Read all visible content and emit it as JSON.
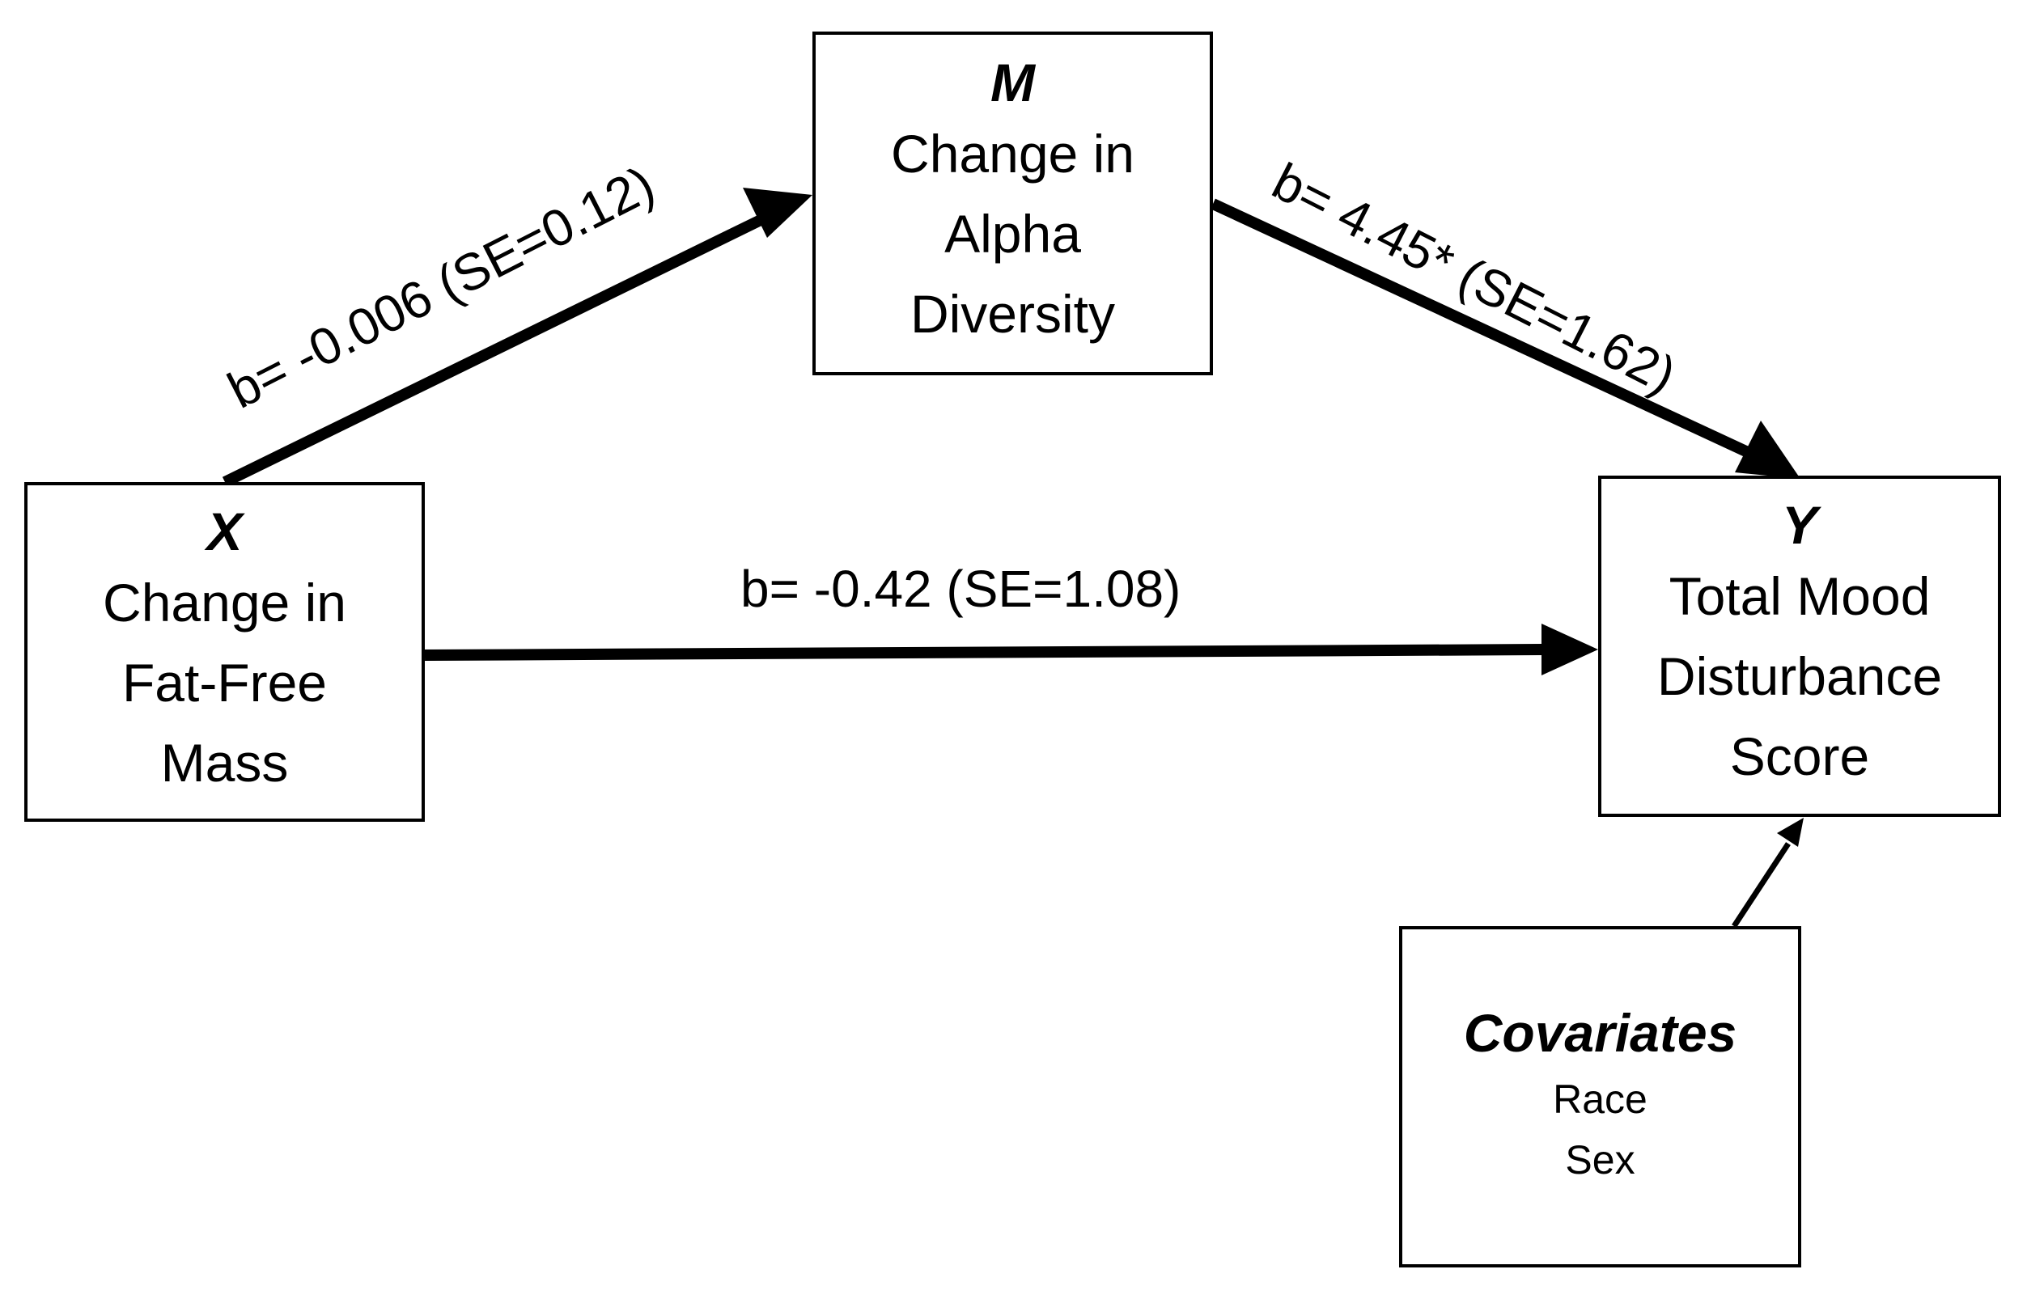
{
  "nodes": {
    "mediator": {
      "var": "M",
      "lines": [
        "Change in",
        "Alpha",
        "Diversity"
      ]
    },
    "predictor": {
      "var": "X",
      "lines": [
        "Change in",
        "Fat-Free",
        "Mass"
      ]
    },
    "outcome": {
      "var": "Y",
      "lines": [
        "Total Mood",
        "Disturbance",
        "Score"
      ]
    },
    "covariates": {
      "var": "Covariates",
      "lines": [
        "Race",
        "Sex"
      ]
    }
  },
  "paths": {
    "a_path": "b= -0.006 (SE=0.12)",
    "b_path": "b= 4.45* (SE=1.62)",
    "c_path": "b= -0.42 (SE=1.08)"
  }
}
